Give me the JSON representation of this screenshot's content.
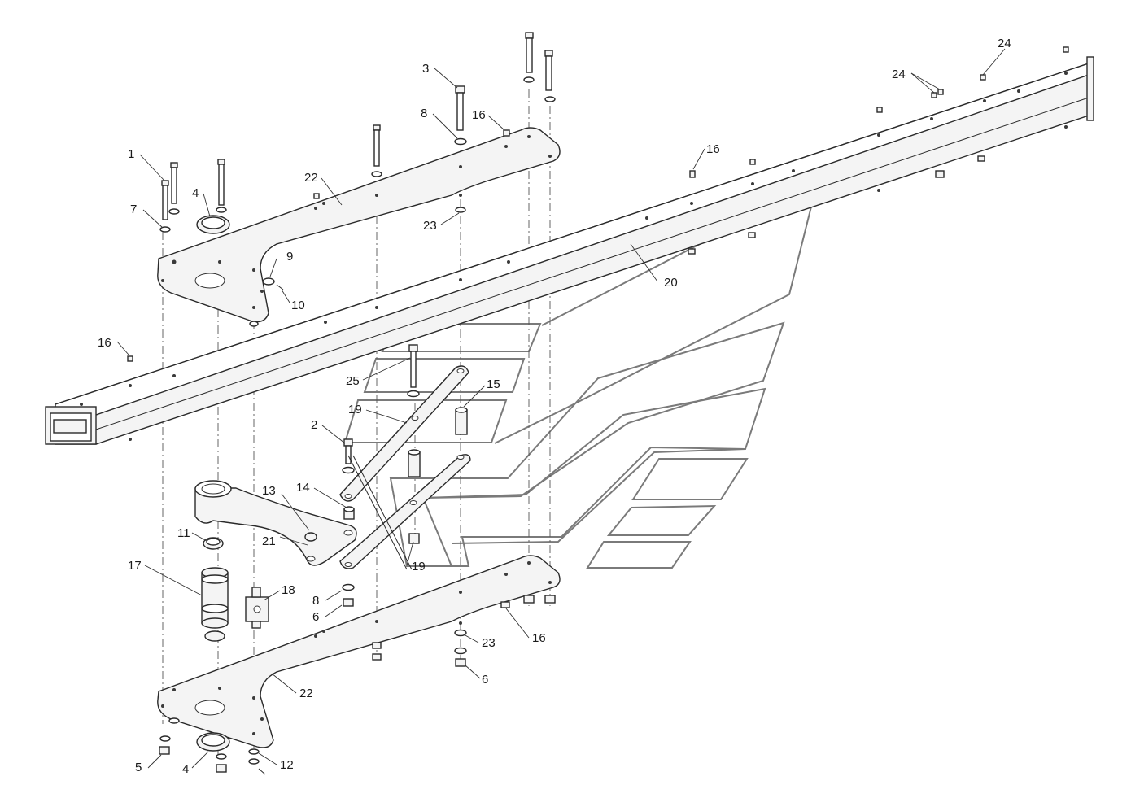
{
  "labels": {
    "l1": "1",
    "l2": "2",
    "l3": "3",
    "l4a": "4",
    "l4b": "4",
    "l5": "5",
    "l6a": "6",
    "l6b": "6",
    "l7": "7",
    "l8a": "8",
    "l8b": "8",
    "l9": "9",
    "l10": "10",
    "l11": "11",
    "l12": "12",
    "l13": "13",
    "l14": "14",
    "l15": "15",
    "l16a": "16",
    "l16b": "16",
    "l16c": "16",
    "l16d": "16",
    "l17": "17",
    "l18": "18",
    "l19a": "19",
    "l19b": "19",
    "l20": "20",
    "l21": "21",
    "l22a": "22",
    "l22b": "22",
    "l23a": "23",
    "l23b": "23",
    "l24a": "24",
    "l24b": "24",
    "l25": "25"
  }
}
